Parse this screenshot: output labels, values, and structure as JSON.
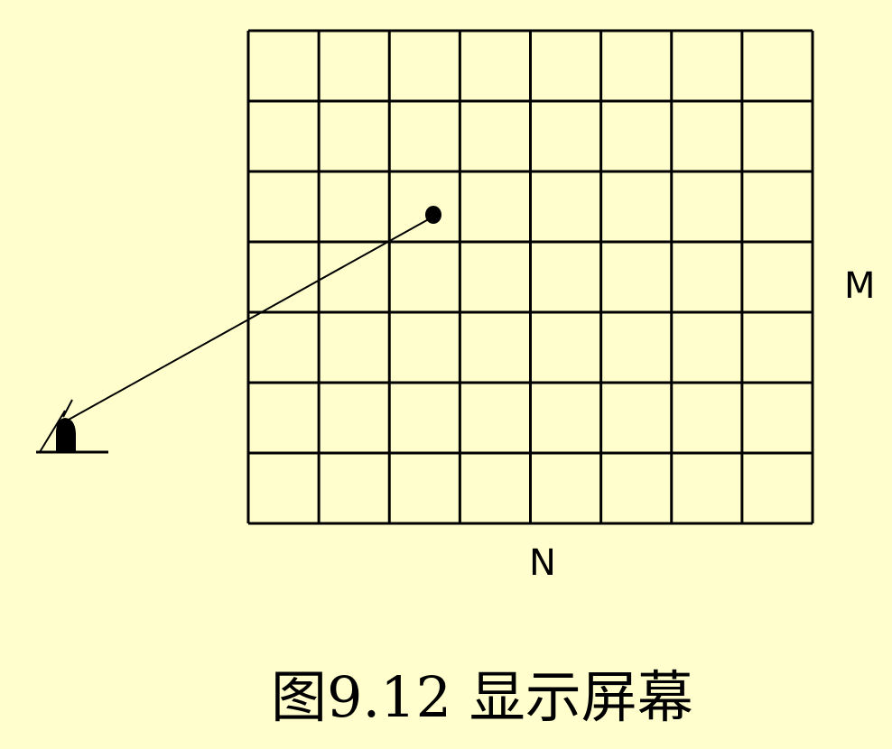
{
  "grid": {
    "rows": 7,
    "columns": 8,
    "row_label": "M",
    "column_label": "N"
  },
  "caption": "图9.12  显示屏幕",
  "colors": {
    "background": "#fffecc",
    "ink": "#000000"
  }
}
